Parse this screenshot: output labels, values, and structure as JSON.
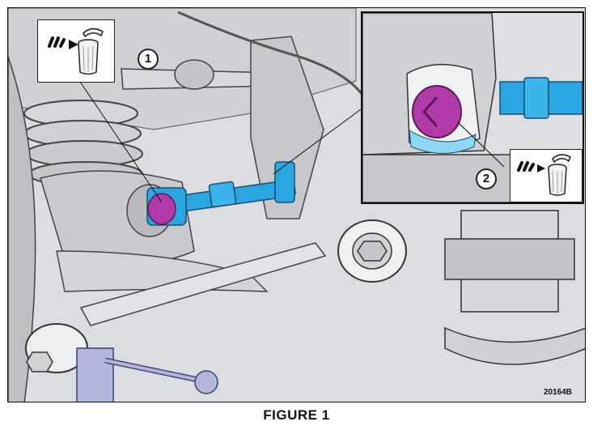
{
  "figure": {
    "caption": "FIGURE 1",
    "code": "20164B",
    "callouts": [
      {
        "number": "1",
        "icon": "discard-bin-icon"
      },
      {
        "number": "2",
        "icon": "discard-bin-icon"
      }
    ],
    "colors": {
      "bolt": "#b03aa8",
      "link": "#2aa6e0",
      "metal": "#c8cacd",
      "outline": "#222222"
    }
  }
}
